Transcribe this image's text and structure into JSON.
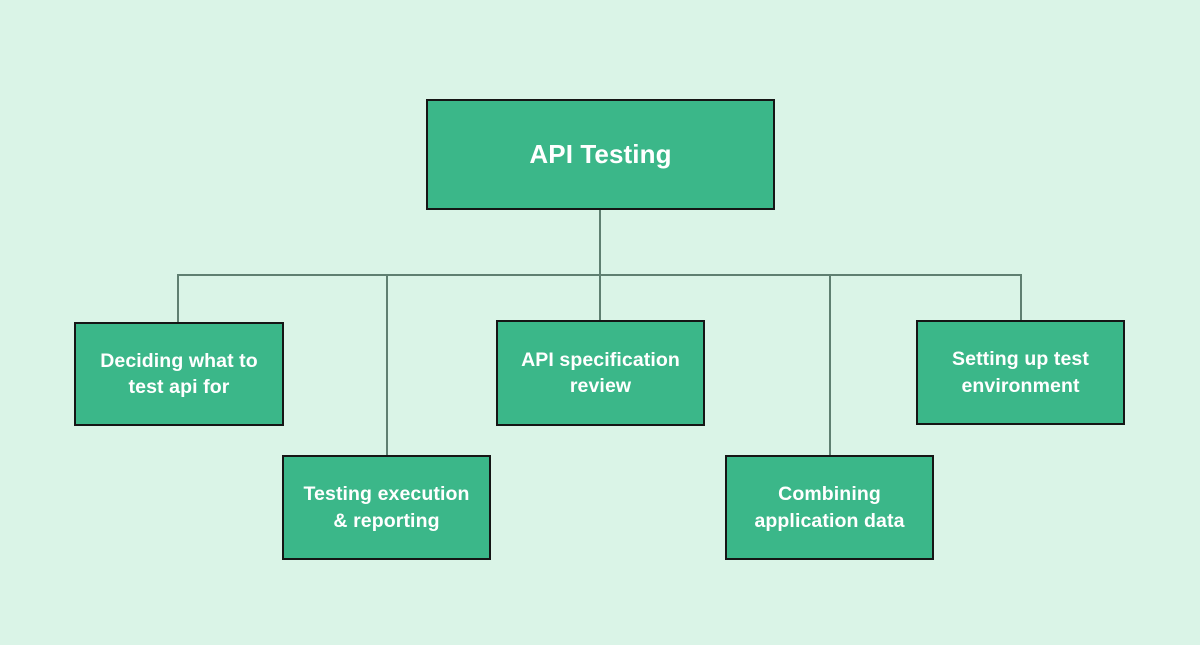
{
  "diagram": {
    "type": "tree",
    "title": "API Testing",
    "background_color": "#daf4e7",
    "node_fill_color": "#3bb789",
    "node_border_color": "#151515",
    "node_text_color": "#ffffff",
    "connector_color": "#5f7f71",
    "root": {
      "label": "API Testing"
    },
    "children": [
      {
        "label": "Deciding what to test api for"
      },
      {
        "label": "Testing execution & reporting"
      },
      {
        "label": "API specification review"
      },
      {
        "label": "Combining application data"
      },
      {
        "label": "Setting up test environment"
      }
    ]
  }
}
